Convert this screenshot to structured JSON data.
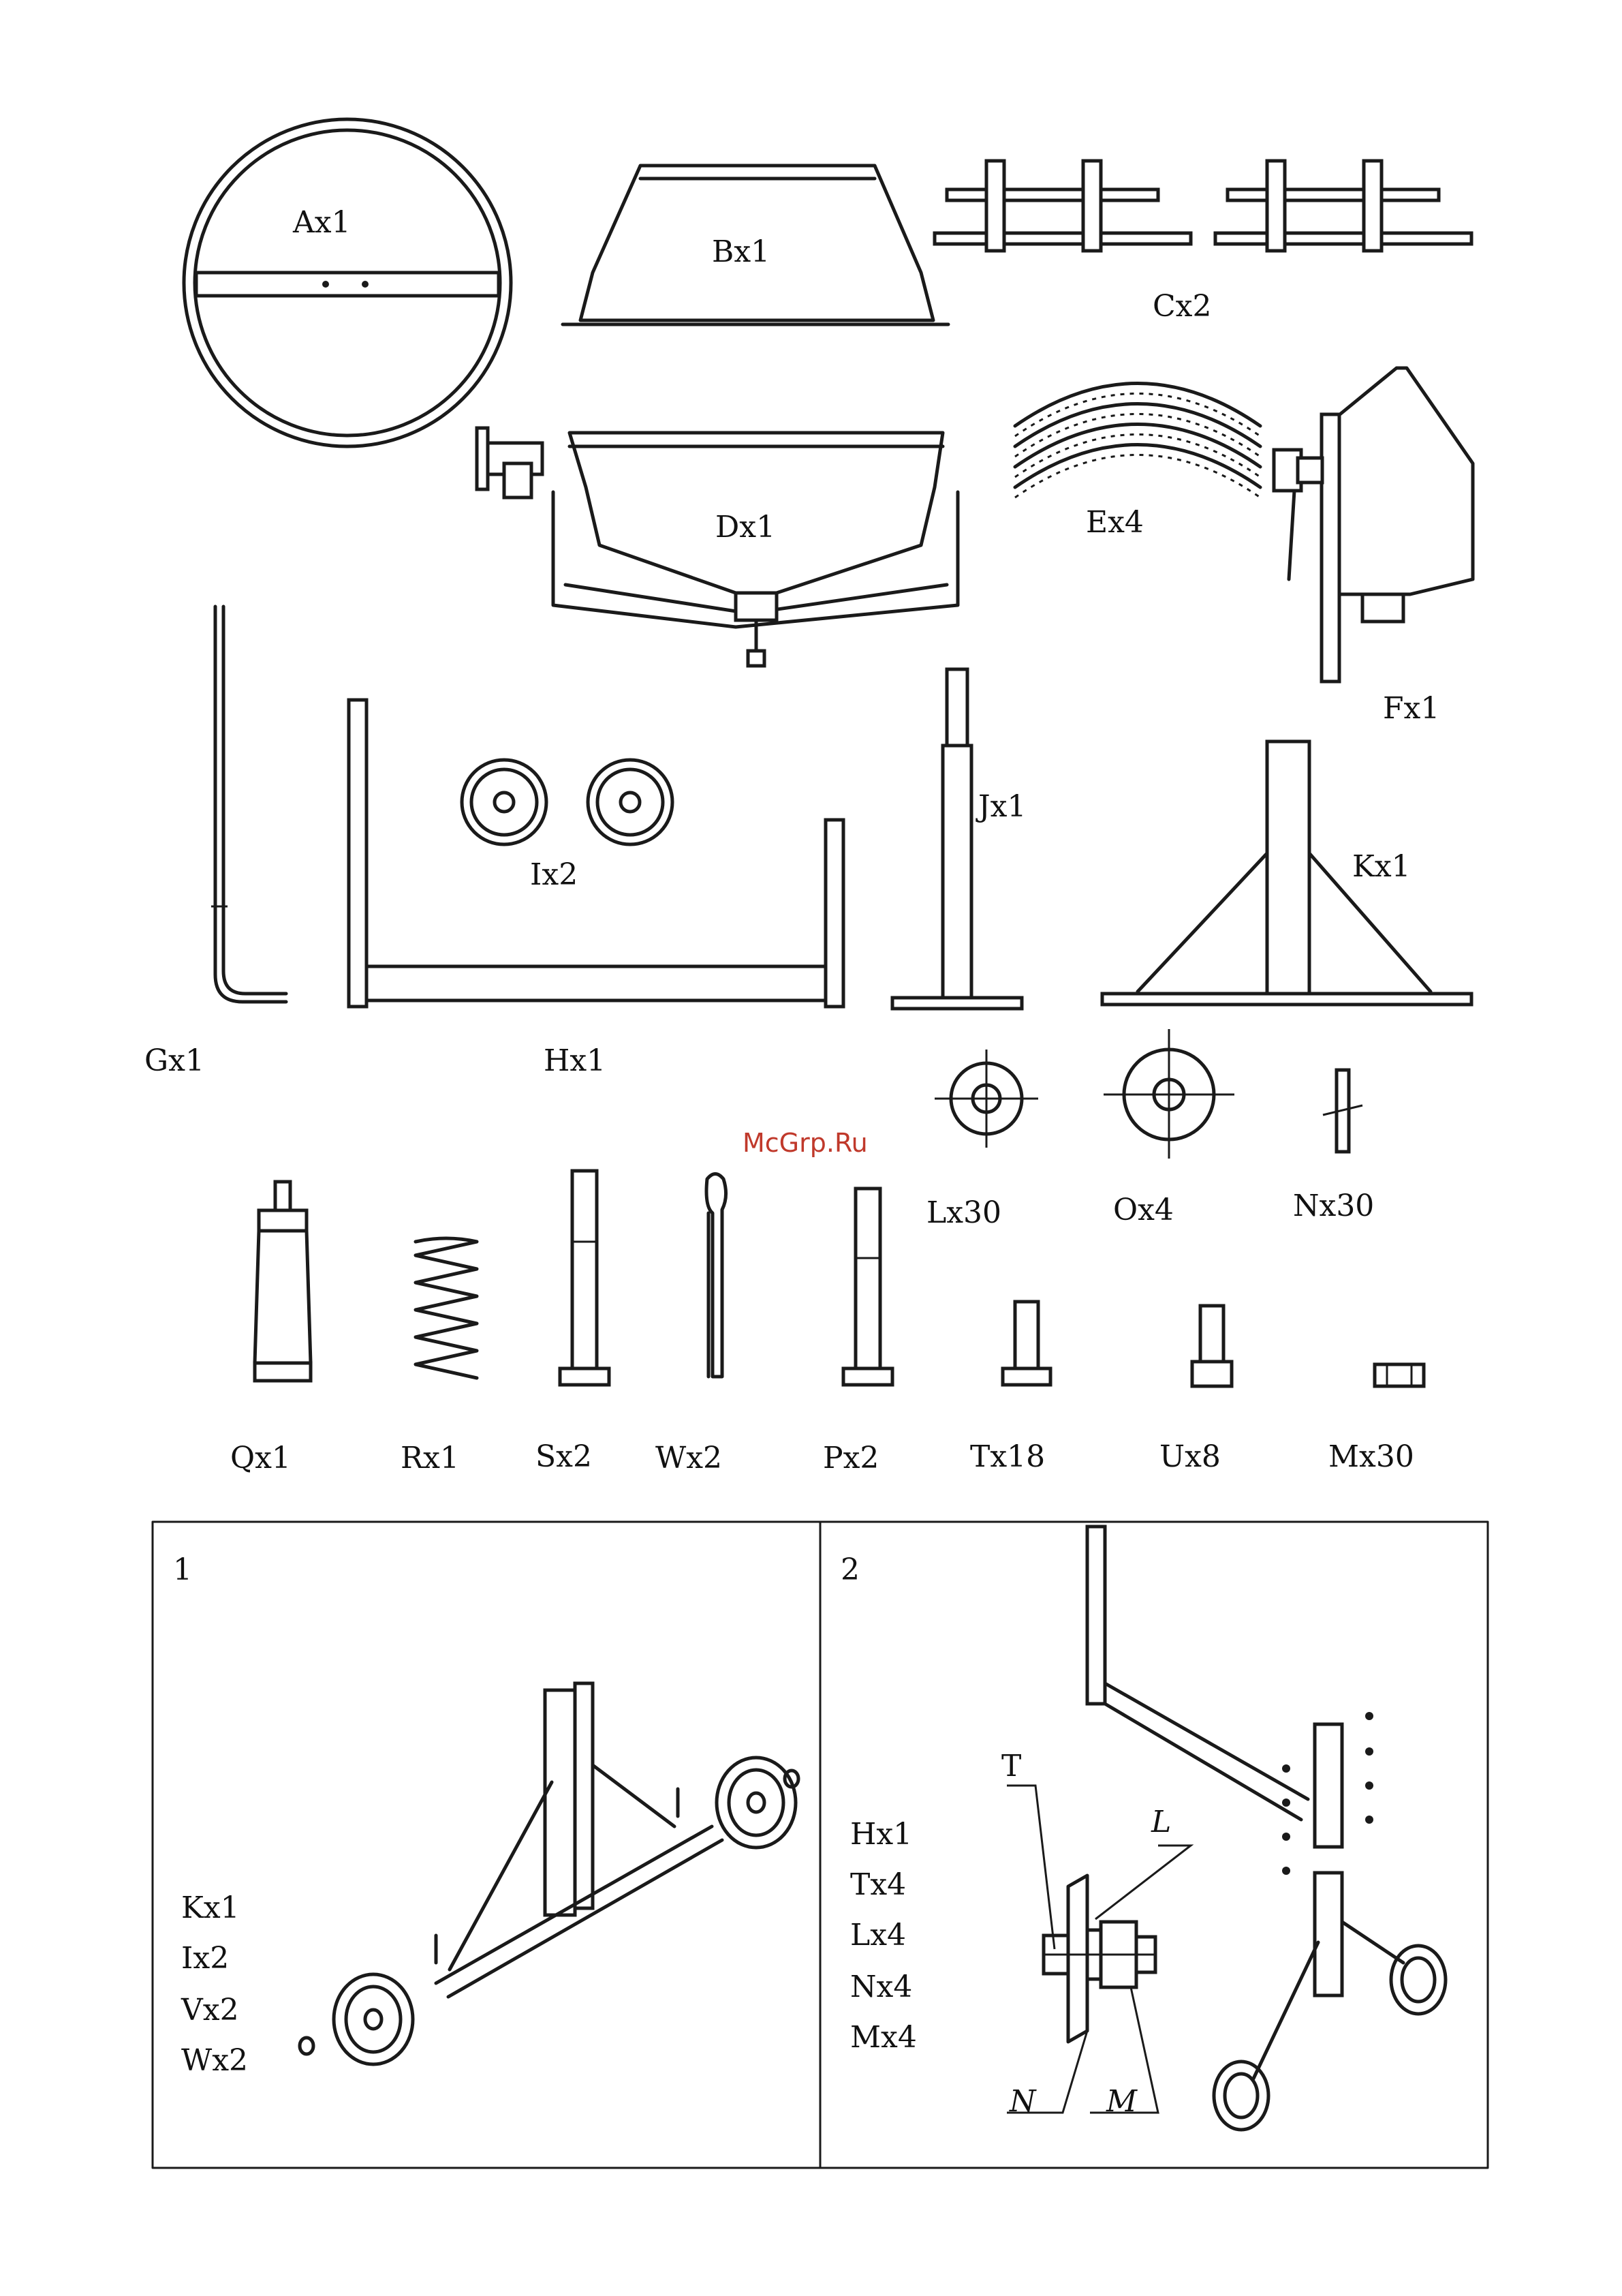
{
  "watermark": {
    "text": "McGrp.Ru",
    "color": "#c0392b"
  },
  "parts": {
    "A": "Ax1",
    "B": "Bx1",
    "C": "Cx2",
    "D": "Dx1",
    "E": "Ex4",
    "F": "Fx1",
    "G": "Gx1",
    "H": "Hx1",
    "I": "Ix2",
    "J": "Jx1",
    "K": "Kx1",
    "L": "Lx30",
    "O": "Ox4",
    "N": "Nx30",
    "Q": "Qx1",
    "R": "Rx1",
    "S": "Sx2",
    "W": "Wx2",
    "P": "Px2",
    "T": "Tx18",
    "U": "Ux8",
    "M": "Mx30"
  },
  "step1": {
    "number": "1",
    "items": [
      "Kx1",
      "Ix2",
      "Vx2",
      "Wx2"
    ]
  },
  "step2": {
    "number": "2",
    "items": [
      "Hx1",
      "Tx4",
      "Lx4",
      "Nx4",
      "Mx4"
    ],
    "callouts": {
      "T": "T",
      "L": "L",
      "N": "N",
      "M": "M"
    }
  }
}
